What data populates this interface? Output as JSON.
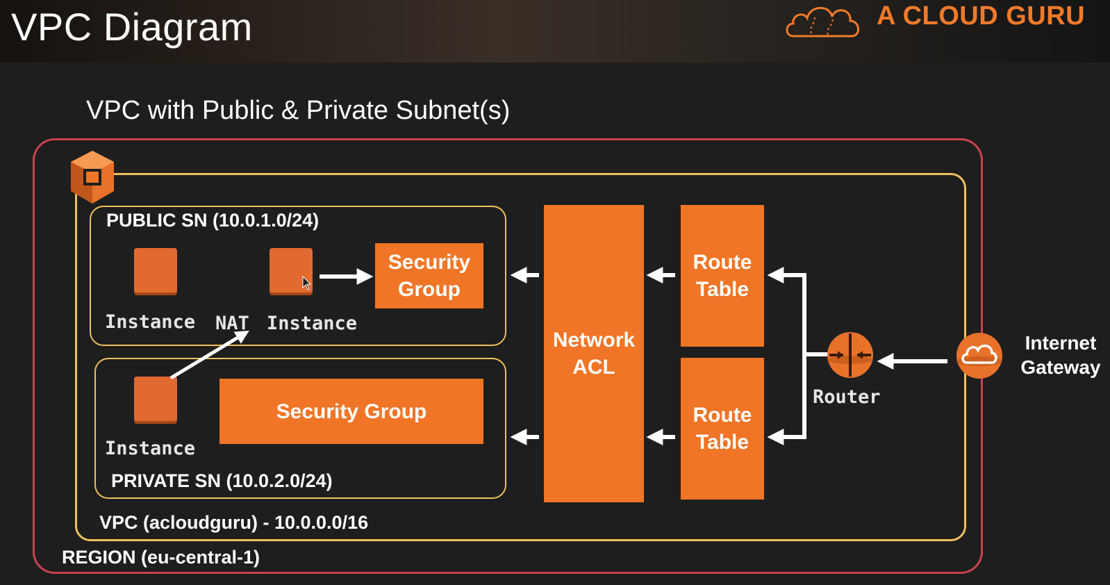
{
  "header": {
    "title": "VPC Diagram",
    "logo_text": "A CLOUD GURU",
    "accent_color": "#f07a2a"
  },
  "diagram": {
    "subtitle": "VPC with Public & Private Subnet(s)",
    "region_label": "REGION (eu-central-1)",
    "vpc_label": "VPC (acloudguru) - 10.0.0.0/16",
    "public_subnet": {
      "label": "PUBLIC SN (10.0.1.0/24)",
      "instance_label": "Instance",
      "nat_label": "NAT",
      "nat_instance_label": "Instance",
      "security_group": "Security\nGroup"
    },
    "private_subnet": {
      "label": "PRIVATE SN (10.0.2.0/24)",
      "instance_label": "Instance",
      "security_group": "Security Group"
    },
    "network_acl": "Network\nACL",
    "route_table_top": "Route\nTable",
    "route_table_bottom": "Route\nTable",
    "router_label": "Router",
    "internet_gateway_label": "Internet\nGateway",
    "colors": {
      "region_border": "#c8424f",
      "subnet_border": "#f0c060",
      "block_orange": "#f07526",
      "instance_orange": "#e26a30"
    },
    "icons": [
      "aws-vpc-icon",
      "router-icon",
      "internet-gateway-cloud-icon",
      "cloud-logo-icon"
    ]
  }
}
